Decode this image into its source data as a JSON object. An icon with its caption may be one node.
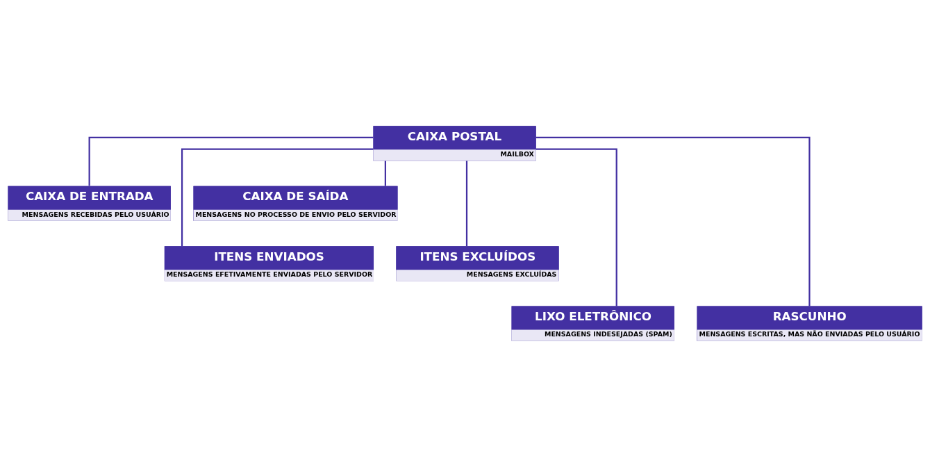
{
  "diagram": {
    "nodes": [
      {
        "text": [
          "CAIXA POSTAL",
          "MAILBOX"
        ]
      },
      {
        "text": [
          "CAIXA DE ENTRADA",
          "MENSAGENS RECEBIDAS PELO USUÁRIO"
        ]
      },
      {
        "text": [
          "CAIXA DE SAÍDA",
          "MENSAGENS NO PROCESSO DE ENVIO PELO SERVIDOR"
        ]
      },
      {
        "text": [
          "ITENS ENVIADOS",
          "MENSAGENS EFETIVAMENTE ENVIADAS PELO SERVIDOR"
        ]
      },
      {
        "text": [
          "ITENS EXCLUÍDOS",
          "MENSAGENS EXCLUÍDAS"
        ]
      },
      {
        "text": [
          "LIXO ELETRÔNICO",
          "MENSAGENS INDESEJADAS (SPAM)"
        ]
      },
      {
        "text": [
          "RASCUNHO",
          "MENSAGENS ESCRITAS, MAS NÃO ENVIADAS PELO USUÁRIO"
        ]
      }
    ],
    "edges": [
      {
        "from": 0,
        "to": 1,
        "arrow": "none"
      },
      {
        "from": 0,
        "to": 2,
        "arrow": "none"
      },
      {
        "from": 0,
        "to": 3,
        "arrow": "none"
      },
      {
        "from": 0,
        "to": 4,
        "arrow": "none"
      },
      {
        "from": 0,
        "to": 5,
        "arrow": "none"
      },
      {
        "from": 0,
        "to": 6,
        "arrow": "none"
      }
    ]
  }
}
